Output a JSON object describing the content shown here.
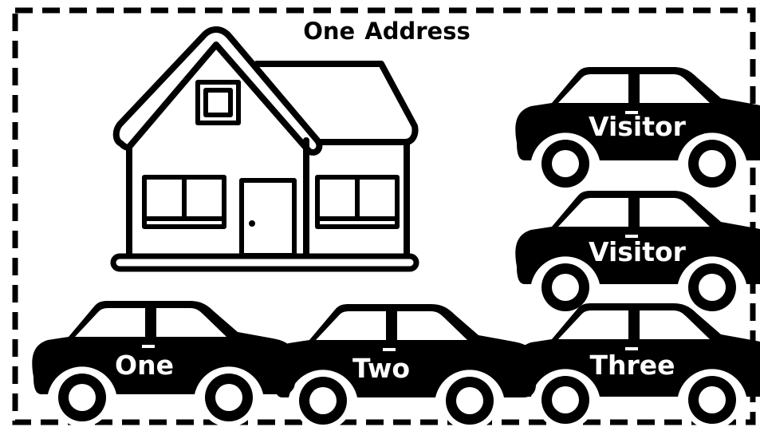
{
  "title": "One Address",
  "colors": {
    "ink": "#000000",
    "paper": "#ffffff"
  },
  "house": {
    "icon": "house-icon"
  },
  "cars": [
    {
      "label": "Visitor",
      "role": "visitor"
    },
    {
      "label": "Visitor",
      "role": "visitor"
    },
    {
      "label": "One",
      "role": "resident"
    },
    {
      "label": "Two",
      "role": "resident"
    },
    {
      "label": "Three",
      "role": "resident"
    }
  ]
}
